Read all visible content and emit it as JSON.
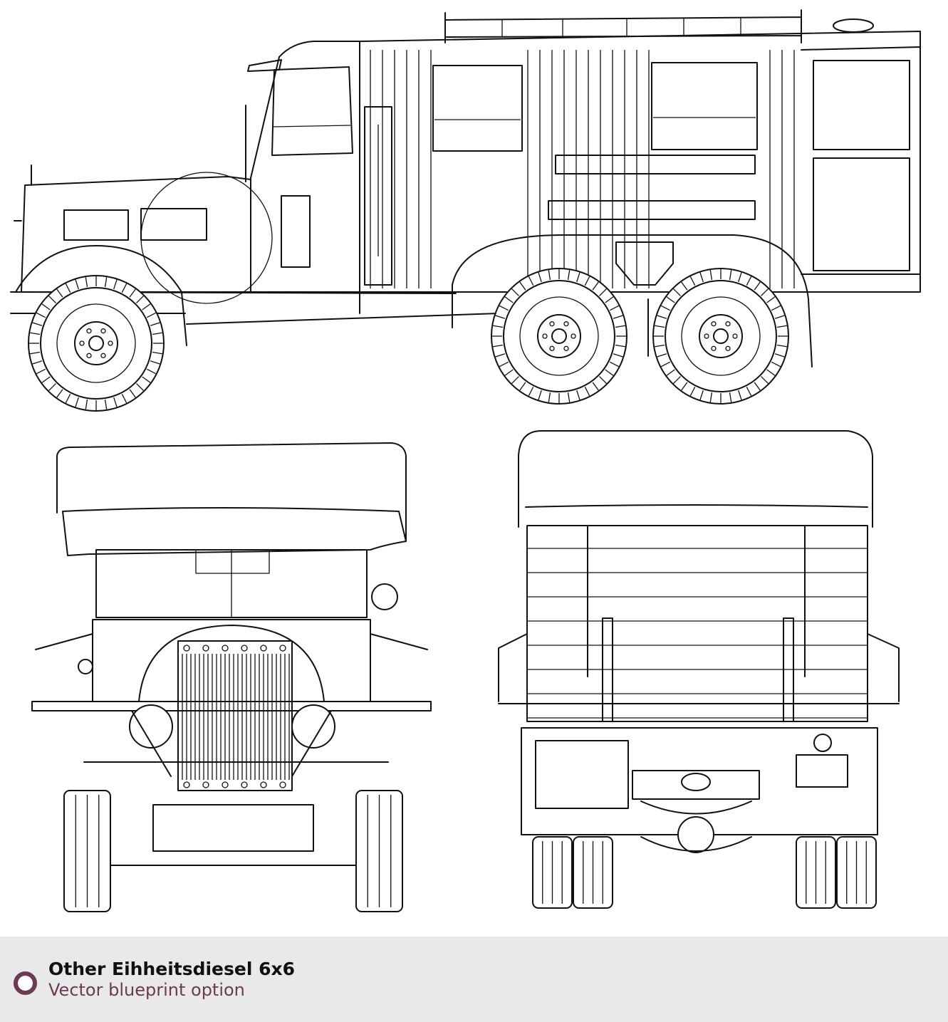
{
  "footer": {
    "title": "Other Eihheitsdiesel 6x6",
    "subtitle": "Vector blueprint option",
    "badge_icon": "ring-bullet-icon",
    "accent_color": "#6b3a55",
    "background_color": "#e9e9e9"
  },
  "drawing": {
    "views": [
      "side-view",
      "front-view",
      "rear-view"
    ],
    "line_color": "#111111"
  }
}
